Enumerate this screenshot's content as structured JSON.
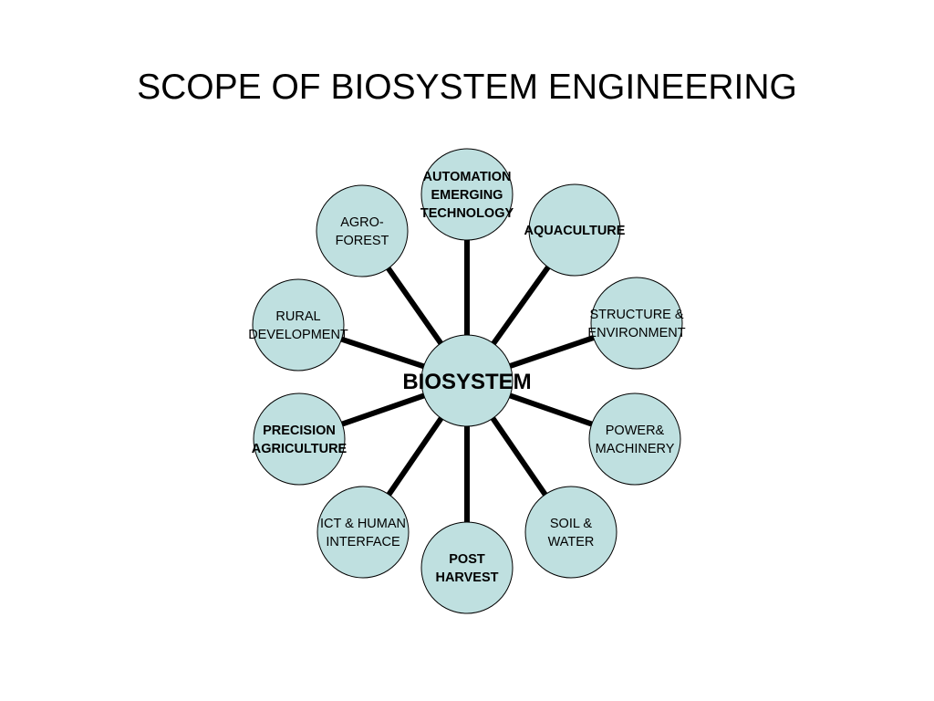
{
  "slide": {
    "title": "SCOPE OF BIOSYSTEM ENGINEERING"
  },
  "colors": {
    "node_fill": "#bfe0e0",
    "stroke": "#000000",
    "background": "#ffffff",
    "text": "#000000"
  },
  "diagram": {
    "hub": {
      "label": "BIOSYSTEM"
    },
    "nodes": [
      {
        "id": "automation",
        "lines": [
          "AUTOMATION",
          "EMERGING",
          "TECHNOLOGY"
        ],
        "bold": true
      },
      {
        "id": "aquaculture",
        "lines": [
          "AQUACULTURE"
        ],
        "bold": true
      },
      {
        "id": "structure",
        "lines": [
          "STRUCTURE &",
          "ENVIRONMENT"
        ],
        "bold": false
      },
      {
        "id": "power",
        "lines": [
          "POWER&",
          "MACHINERY"
        ],
        "bold": false
      },
      {
        "id": "soil",
        "lines": [
          "SOIL &",
          "WATER"
        ],
        "bold": false
      },
      {
        "id": "post-harvest",
        "lines": [
          "POST",
          "HARVEST"
        ],
        "bold": true
      },
      {
        "id": "ict",
        "lines": [
          "ICT & HUMAN",
          "INTERFACE"
        ],
        "bold": false
      },
      {
        "id": "precision",
        "lines": [
          "PRECISION",
          "AGRICULTURE"
        ],
        "bold": true
      },
      {
        "id": "rural",
        "lines": [
          "RURAL",
          "DEVELOPMENT"
        ],
        "bold": false
      },
      {
        "id": "agro",
        "lines": [
          "AGRO-",
          "FOREST"
        ],
        "bold": false
      }
    ]
  }
}
